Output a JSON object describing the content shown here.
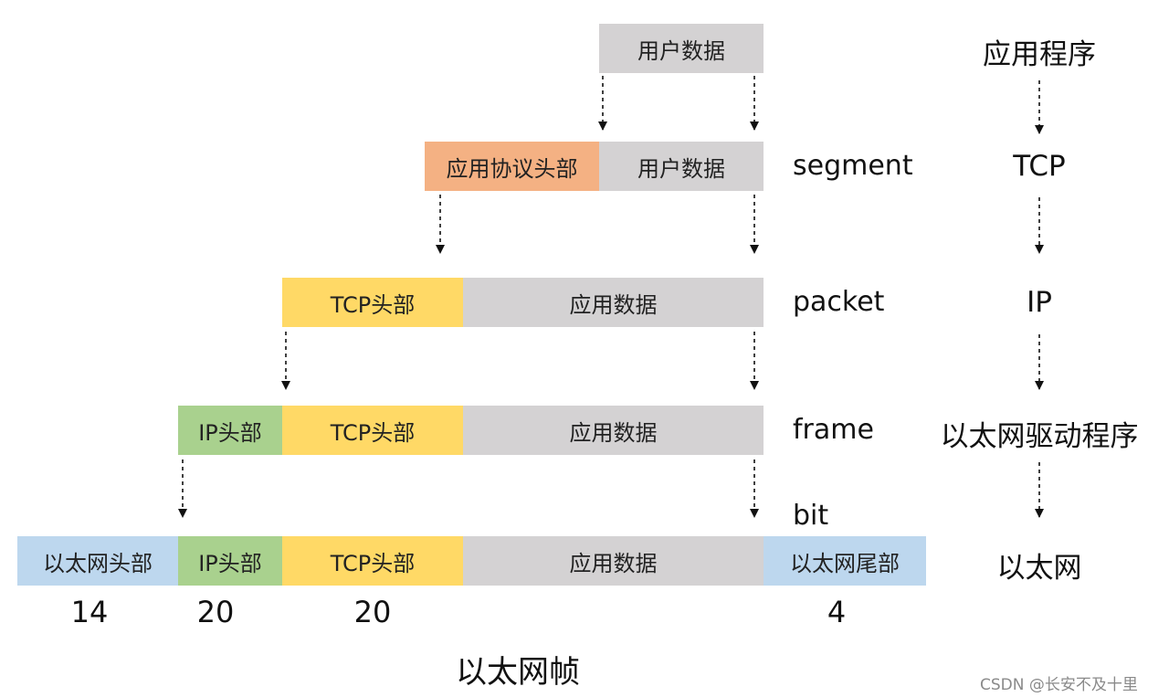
{
  "colors": {
    "gray": "#d4d2d3",
    "orange": "#f4b183",
    "yellow": "#ffd966",
    "green": "#a9d18e",
    "blue": "#bdd7ee",
    "arrow": "#111111"
  },
  "rows": {
    "app": {
      "user_data": "用户数据",
      "layer": "应用程序"
    },
    "tcp": {
      "app_header": "应用协议头部",
      "user_data": "用户数据",
      "unit": "segment",
      "layer": "TCP"
    },
    "ip": {
      "tcp_header": "TCP头部",
      "app_data": "应用数据",
      "unit": "packet",
      "layer": "IP"
    },
    "driver": {
      "ip_header": "IP头部",
      "tcp_header": "TCP头部",
      "app_data": "应用数据",
      "unit": "frame",
      "layer": "以太网驱动程序"
    },
    "bit_unit": "bit",
    "ethernet": {
      "eth_header": "以太网头部",
      "ip_header": "IP头部",
      "tcp_header": "TCP头部",
      "app_data": "应用数据",
      "eth_trailer": "以太网尾部",
      "layer": "以太网"
    }
  },
  "sizes": {
    "eth_header": "14",
    "ip_header": "20",
    "tcp_header": "20",
    "eth_trailer": "4"
  },
  "caption": "以太网帧",
  "watermark": "CSDN @长安不及十里"
}
